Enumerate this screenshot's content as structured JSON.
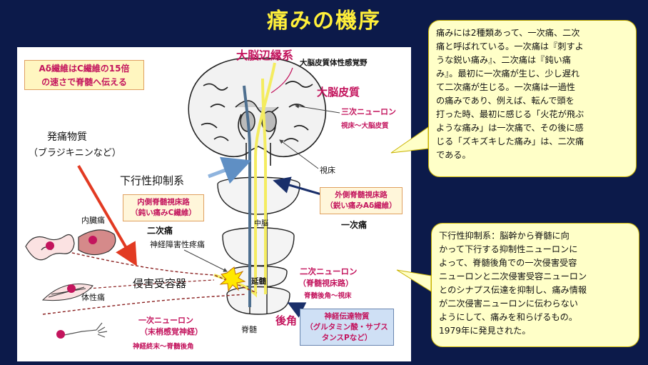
{
  "title": "痛みの機序",
  "callouts": {
    "pain_types": [
      "痛みには2種類あって、一次痛、二次",
      "痛と呼ばれている。一次痛は『刺すよ",
      "うな鋭い痛み』、二次痛は『鈍い痛",
      "み』。最初に一次痛が生じ、少し遅れ",
      "て二次痛が生じる。一次痛は一過性",
      "の痛みであり、例えば、転んで頭を",
      "打った時、最初に感じる「火花が飛ぶ",
      "ような痛み」は一次痛で、その後に感",
      "じる「ズキズキした痛み」は、二次痛",
      "である。"
    ],
    "descending": [
      "下行性抑制系：脳幹から脊髄に向",
      "かって下行する抑制性ニューロンに",
      "よって、脊髄後角での一次侵害受容",
      "ニューロンと二次侵害受容ニューロン",
      "とのシナプス伝達を抑制し、痛み情報",
      "が二次侵害ニューロンに伝わらない",
      "ようにして、痛みを和らげるもの。",
      "1979年に発見された。"
    ]
  },
  "labels": {
    "fiber_speed": [
      "Aδ繊維はC繊維の15倍",
      "の速さで脊髄へ伝える"
    ],
    "limbic": "大脳辺縁系",
    "somatosensory": "大脳皮質体性感覚野",
    "cortex": "大脳皮質",
    "third_neuron": "三次ニューロン",
    "third_neuron_range": "視床～大脳皮質",
    "thalamus": "視床",
    "algogen": "発痛物質",
    "bradykinin": "（ブラジキニンなど）",
    "descending_system": "下行性抑制系",
    "medial_tract": [
      "内側脊髄視床路",
      "（鈍い痛みC繊維）"
    ],
    "lateral_tract": [
      "外側脊髄視床路",
      "（鋭い痛みAδ繊維）"
    ],
    "visceral_pain": "内臓痛",
    "secondary_pain": "二次痛",
    "primary_pain": "一次痛",
    "midbrain": "中脳",
    "neuropathic_pain": "神経障害性疼痛",
    "somatic_pain": "体性痛",
    "nociceptor": "侵害受容器",
    "second_neuron": "二次ニューロン",
    "second_tract": "（脊髄視床路）",
    "second_range": "脊髄後角～視床",
    "medulla": "延髄",
    "dorsal_horn": "後角",
    "first_neuron": "一次ニューロン",
    "first_nerve": "（末梢感覚神経）",
    "first_range": "神経終末～脊髄後角",
    "spinal_cord": "脊髄",
    "neurotransmitter": [
      "神経伝達物質",
      "（グルタミン酸・サブス",
      "タンスPなど）"
    ]
  }
}
